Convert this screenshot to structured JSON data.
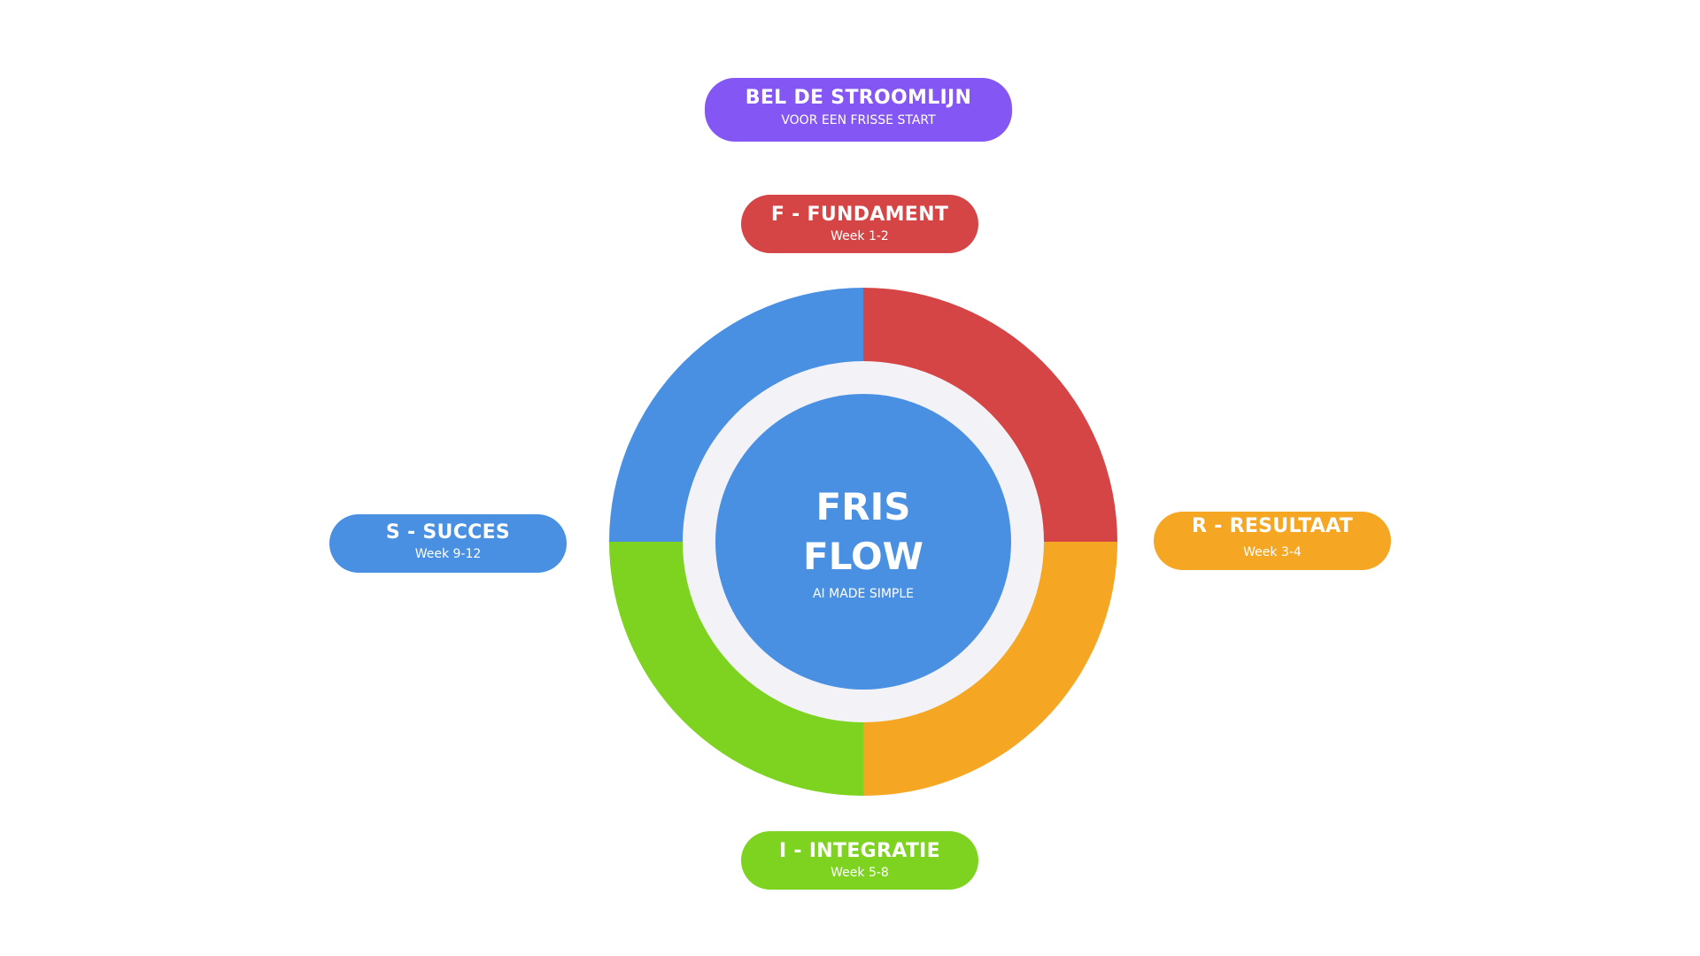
{
  "colors": {
    "purple": "#8457f5",
    "red": "#d64545",
    "orange": "#f5a623",
    "green": "#7ed321",
    "blue": "#4a90e2",
    "ring_gap": "#f3f3f7",
    "text": "#ffffff"
  },
  "header": {
    "title": "BEL DE STROOMLIJN",
    "subtitle": "VOOR EEN FRISSE START"
  },
  "phases": [
    {
      "title": "F - FUNDAMENT",
      "weeks": "Week 1-2"
    },
    {
      "title": "R - RESULTAAT",
      "weeks": "Week 3-4"
    },
    {
      "title": "I - INTEGRATIE",
      "weeks": "Week 5-8"
    },
    {
      "title": "S - SUCCES",
      "weeks": "Week 9-12"
    }
  ],
  "center": {
    "line1": "FRIS",
    "line2": "FLOW",
    "tagline": "AI MADE SIMPLE"
  }
}
